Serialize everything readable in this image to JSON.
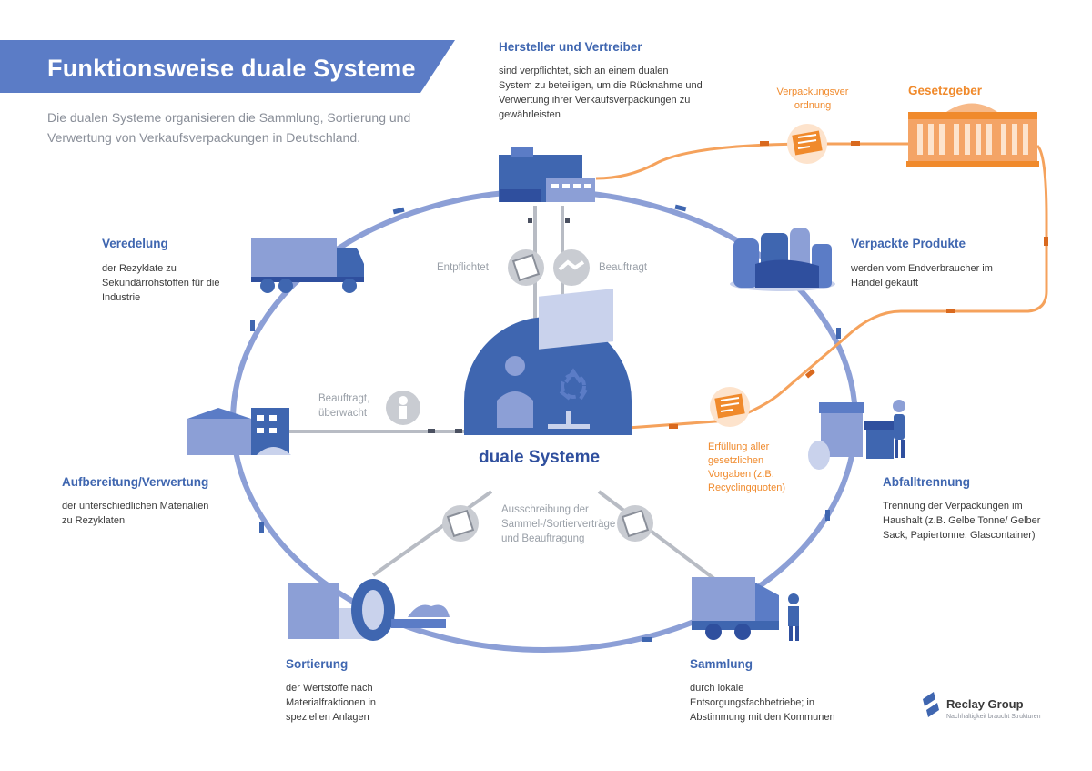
{
  "title": "Funktionsweise duale Systeme",
  "subtitle": "Die dualen Systeme organisieren die Sammlung, Sortierung und Verwertung von Verkaufsverpackungen in Deutschland.",
  "center": {
    "label": "duale Systeme"
  },
  "nodes": {
    "hersteller": {
      "heading": "Hersteller und Vertreiber",
      "text": "sind verpflichtet, sich an einem dualen System zu beteiligen, um die Rücknahme und Verwertung ihrer Verkaufsverpackungen zu gewährleisten"
    },
    "produkte": {
      "heading": "Verpackte Produkte",
      "text": "werden vom Endverbraucher im Handel gekauft"
    },
    "abfall": {
      "heading": "Abfalltrennung",
      "text": "Trennung der Verpackungen im Haushalt (z.B. Gelbe Tonne/ Gelber Sack, Papiertonne, Glascontainer)"
    },
    "sammlung": {
      "heading": "Sammlung",
      "text": "durch lokale Entsorgungsfachbetriebe; in Abstimmung mit den Kommunen"
    },
    "sortierung": {
      "heading": "Sortierung",
      "text": "der Wertstoffe nach Materialfraktionen in speziellen Anlagen"
    },
    "aufbereitung": {
      "heading": "Aufbereitung/Verwertung",
      "text": "der unterschiedlichen Materialien zu Rezyklaten"
    },
    "veredelung": {
      "heading": "Veredelung",
      "text": "der Rezyklate zu Sekundärrohstoffen für die Industrie"
    }
  },
  "links": {
    "entpflichtet": "Entpflichtet",
    "beauftragt": "Beauftragt",
    "beauftragt_ueberwacht": "Beauftragt, überwacht",
    "ausschreibung": "Ausschreibung der Sammel-/Sortierverträge und Beauftragung"
  },
  "legal": {
    "gesetzgeber": "Gesetzgeber",
    "verordnung": "Verpackungsverordnung",
    "erfuellung": "Erfüllung aller gesetzlichen Vorgaben (z.B. Recyclingquoten)"
  },
  "brand": {
    "name": "Reclay Group",
    "tagline": "Nachhaltigkeit braucht Strukturen"
  },
  "colors": {
    "blue": "#3f66b0",
    "ring": "#8c9fd6",
    "orange": "#f08a2c",
    "gray": "#9aa0a8"
  }
}
